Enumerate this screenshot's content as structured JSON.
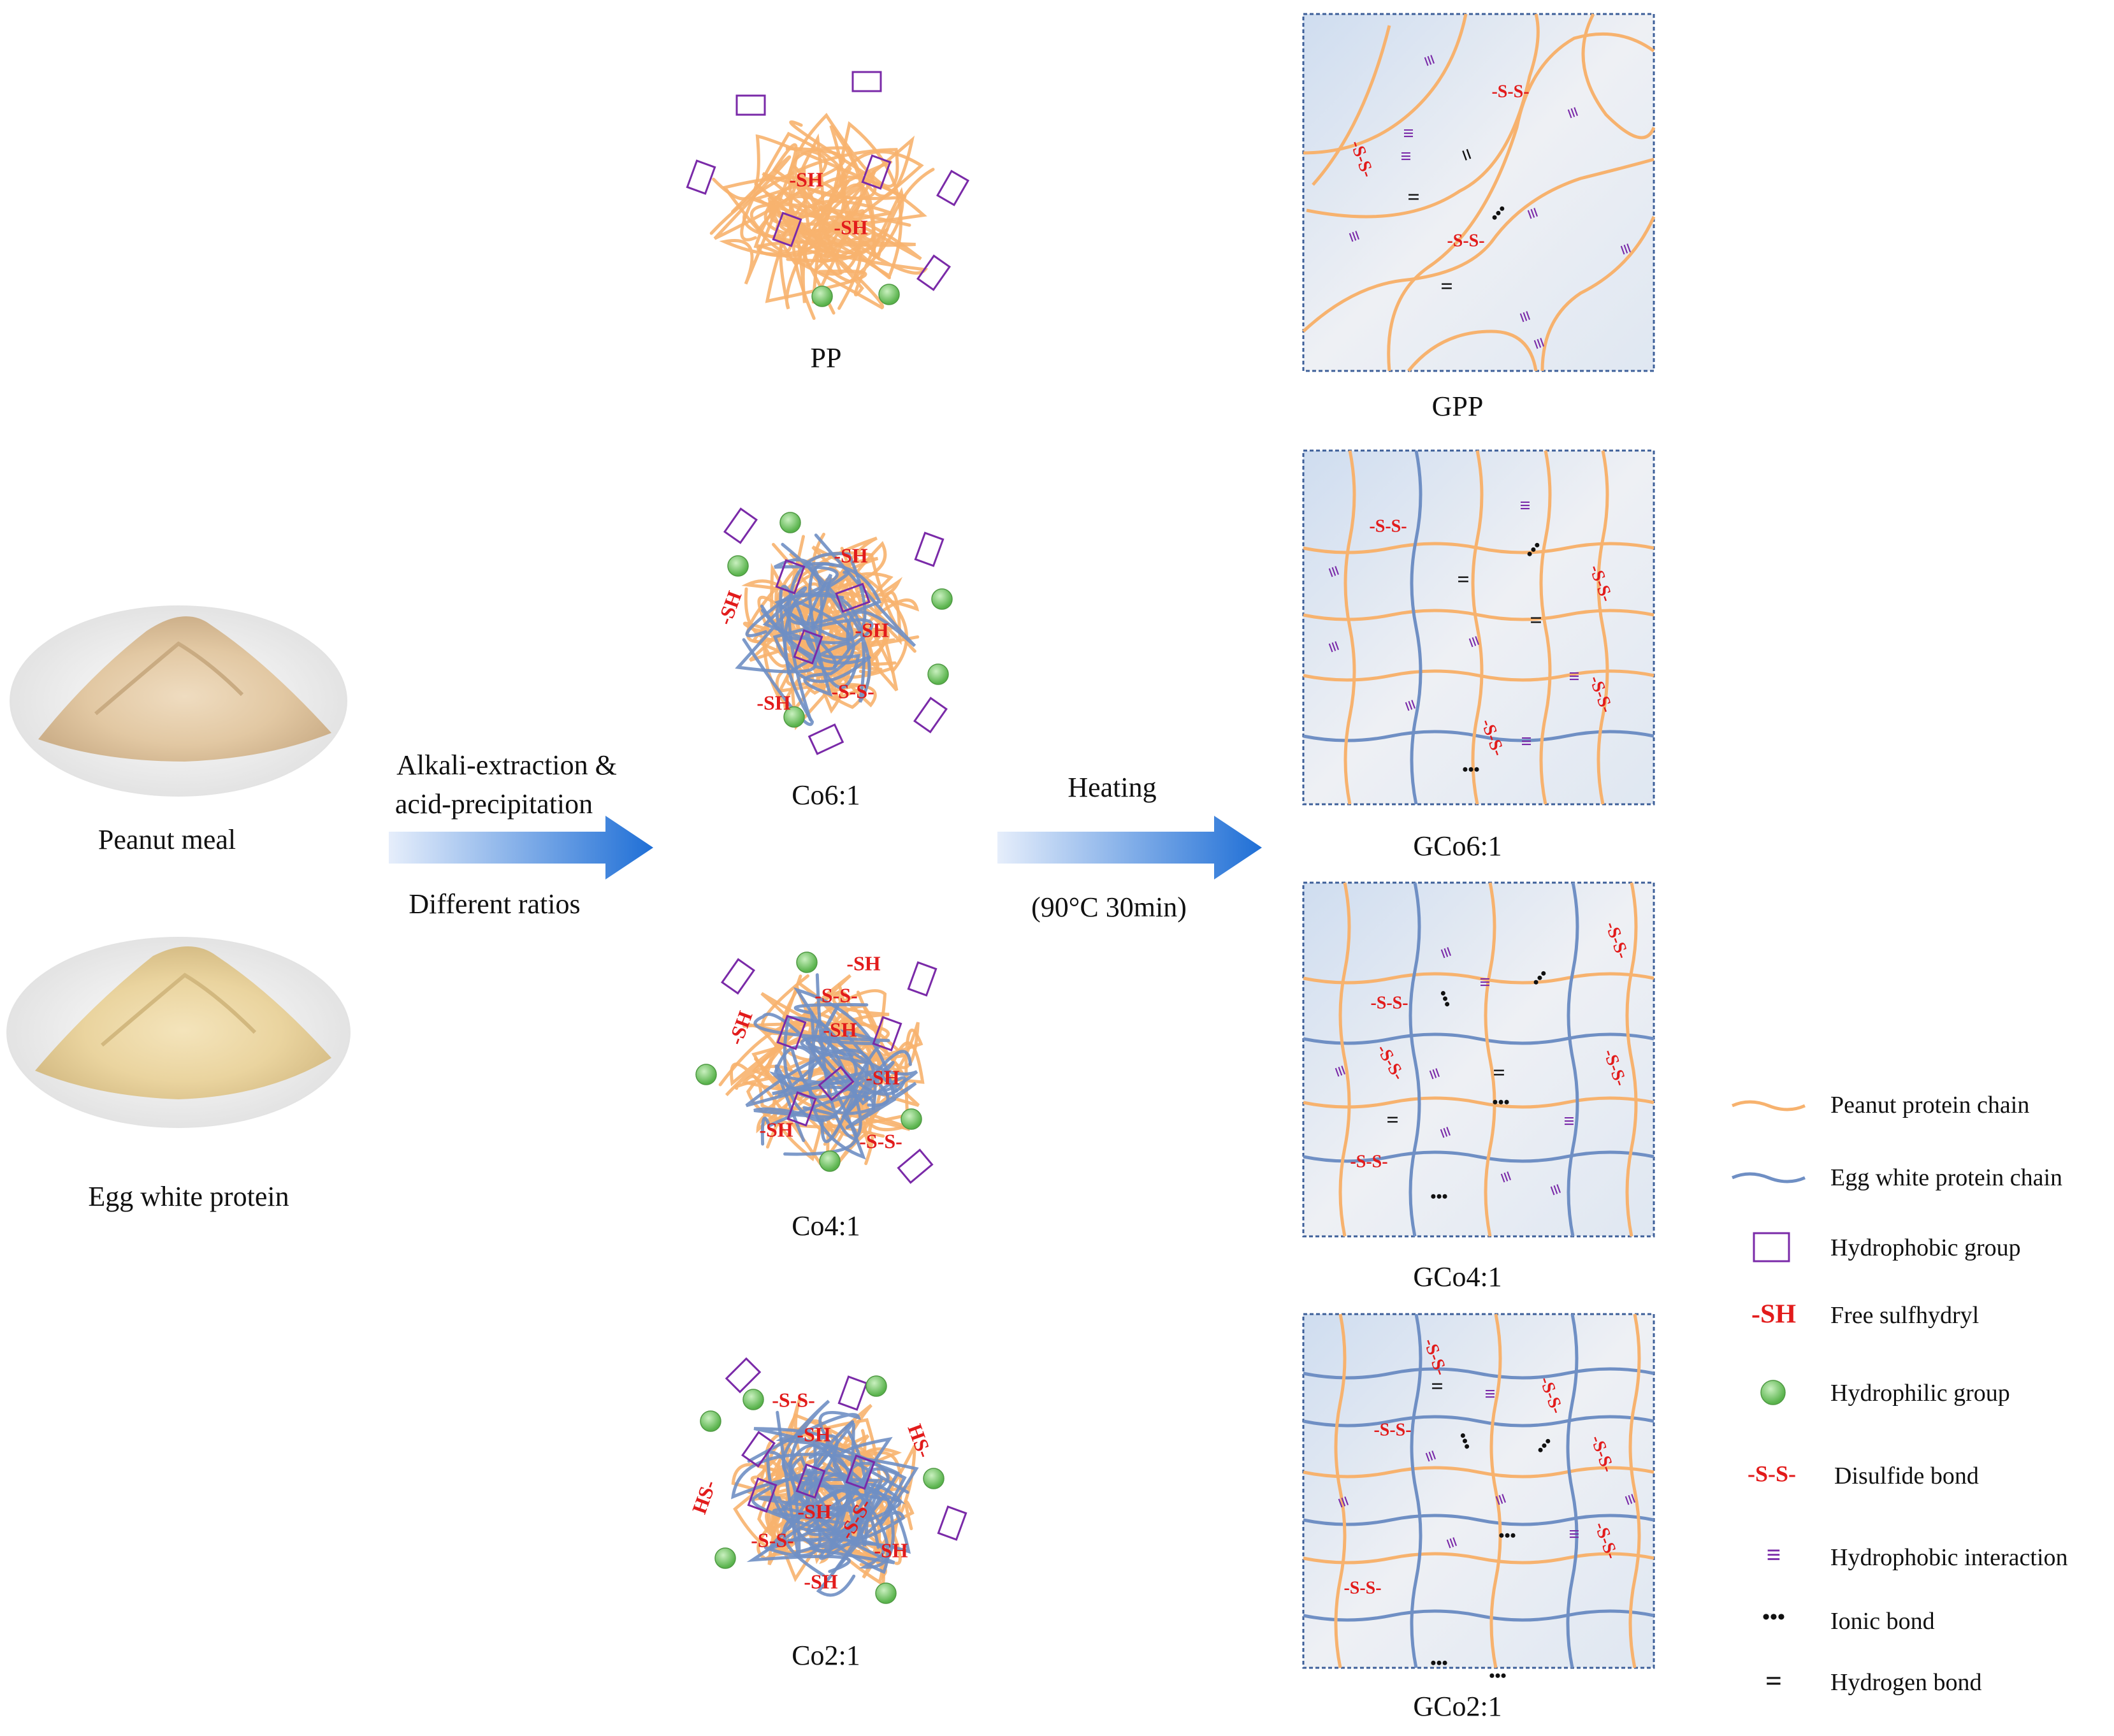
{
  "materials": {
    "peanut_meal": "Peanut meal",
    "egg_white_protein": "Egg white protein"
  },
  "process1": {
    "line1": "Alkali-extraction &",
    "line2": "acid-precipitation",
    "line3": "Different ratios"
  },
  "process2": {
    "line1": "Heating",
    "line2": "(90°C 30min)"
  },
  "aggregates": [
    "PP",
    "Co6:1",
    "Co4:1",
    "Co2:1"
  ],
  "gels": [
    "GPP",
    "GCo6:1",
    "GCo4:1",
    "GCo2:1"
  ],
  "marks": {
    "sh": "-SH",
    "hs": "HS-",
    "ss": "-S-S-",
    "hydrophobic": "≡",
    "ionic": "•••",
    "hydrogen": "="
  },
  "legend": [
    {
      "key": "peanut",
      "label": "Peanut protein chain"
    },
    {
      "key": "egg",
      "label": "Egg white protein chain"
    },
    {
      "key": "hydrophobic_group",
      "label": "Hydrophobic group"
    },
    {
      "key": "sh",
      "label": "Free sulfhydryl",
      "symbol": "-SH"
    },
    {
      "key": "hydrophilic",
      "label": "Hydrophilic group"
    },
    {
      "key": "ss",
      "label": "Disulfide bond",
      "symbol": "-S-S-"
    },
    {
      "key": "hydrophobic_interaction",
      "label": "Hydrophobic interaction"
    },
    {
      "key": "ionic",
      "label": "Ionic bond"
    },
    {
      "key": "hydrogen",
      "label": "Hydrogen bond"
    }
  ],
  "colors": {
    "peanut_chain": "#f7b26e",
    "egg_chain": "#6f8fc4",
    "hydrophobic": "#7a2aa8",
    "sulfhydryl": "#e21b1b",
    "hydrophilic": "#7ecf72",
    "arrow": "#1f6fd6"
  }
}
